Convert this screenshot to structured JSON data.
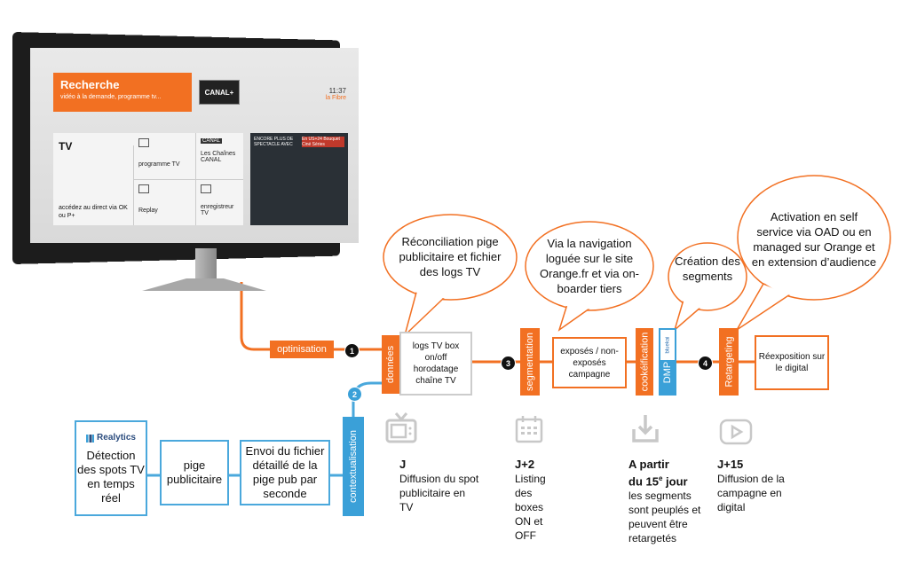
{
  "tv": {
    "search_title": "Recherche",
    "search_sub": "vidéo à la demande, programme tv...",
    "channel_logo": "CANAL+",
    "time": "11:37",
    "time_sub": "la Fibre",
    "tv_label": "TV",
    "tv_desc": "accédez au direct via OK ou P+",
    "programme": "programme TV",
    "channels_logo": "CANAL",
    "channels": "Les Chaînes CANAL",
    "replay": "Replay",
    "recorder": "enregistreur TV",
    "promo1": "ENCORE PLUS DE SPECTACLE AVEC",
    "promo2": "En US+24 Bouquet Ciné Séries"
  },
  "flow": {
    "optimisation": "optinisation",
    "donnees": "données",
    "contextualisation": "contextualisation",
    "segmentation": "segmentation",
    "cookieification": "cookéification",
    "dmp": "DMP",
    "dmp_brand": "bluekai",
    "retargeting": "Retargeting",
    "logs_box": "logs TV box on/off horodatage chaîne TV",
    "exposes_box": "exposés / non-exposés campagne",
    "reexposition_box": "Réexposition sur le digital",
    "realytics_brand": "Realytics",
    "detection_box": "Détection des spots TV en temps réel",
    "pige_box": "pige publicitaire",
    "envoi_box": "Envoi du fichier détaillé de la pige pub par seconde",
    "n1": "1",
    "n2": "2",
    "n3": "3",
    "n4": "4"
  },
  "bubbles": {
    "b1": "Réconciliation pige publicitaire et fichier des logs TV",
    "b2": "Via la navigation loguée sur le site Orange.fr et via on-boarder tiers",
    "b3": "Création des segments",
    "b4": "Activation en self service via OAD ou en managed sur Orange et en extension d’audience"
  },
  "steps": {
    "j_head": "J",
    "j_text": "Diffusion du spot publicitaire en TV",
    "j2_head": "J+2",
    "j2_text": "Listing des boxes ON et OFF",
    "j15e_head1": "A partir",
    "j15e_head2": "du 15",
    "j15e_sup": "e",
    "j15e_head3": "jour",
    "j15e_text": "les segments sont peuplés et peuvent être retargetés",
    "j15_head": "J+15",
    "j15_text": "Diffusion de la campagne en digital"
  },
  "colors": {
    "orange": "#f27022",
    "blue": "#3aa0d8",
    "gray_icon": "#c8c8c8"
  }
}
